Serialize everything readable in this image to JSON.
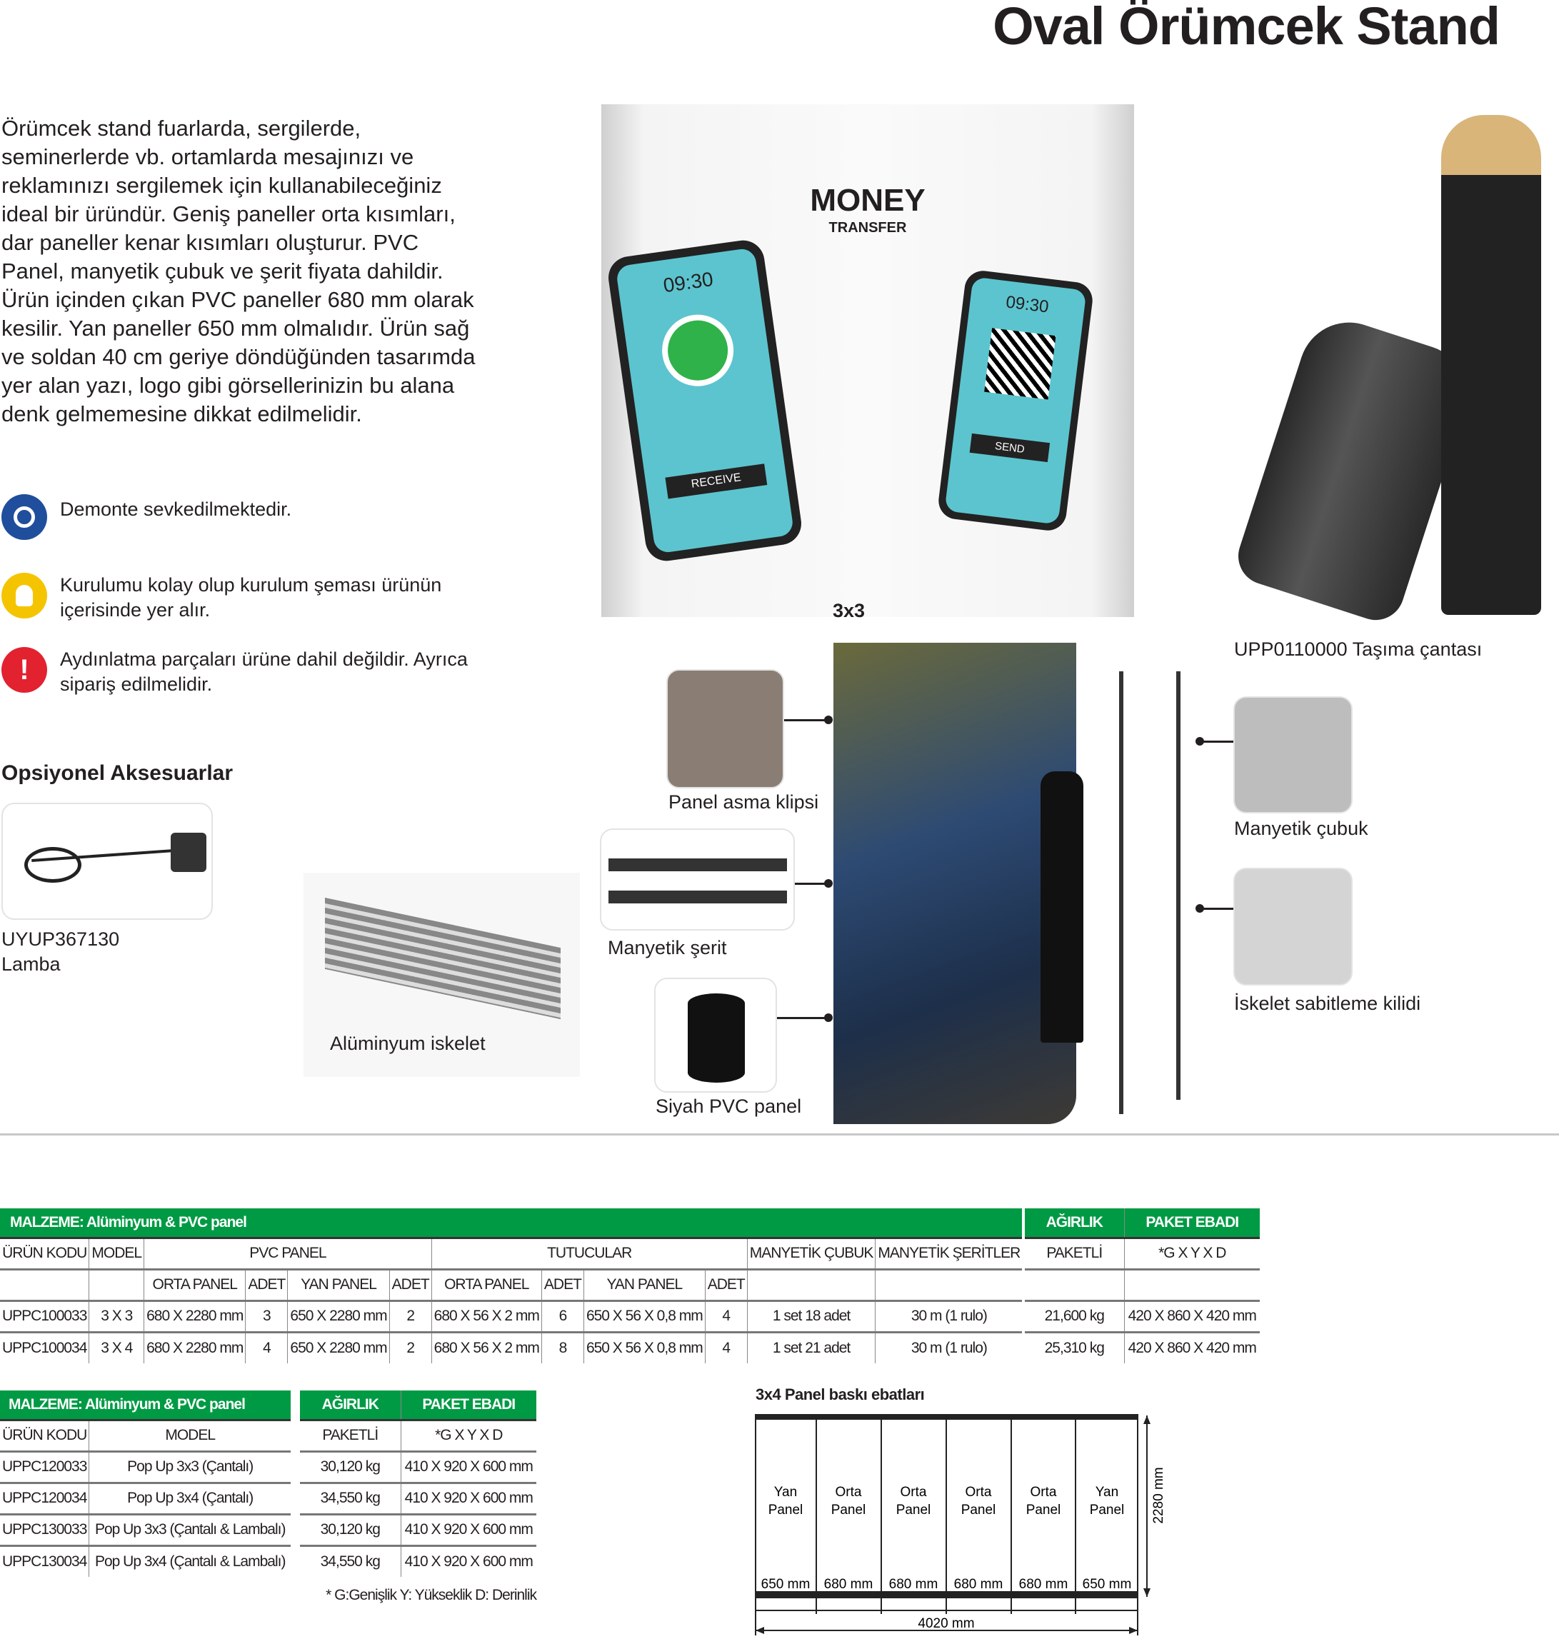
{
  "title": "Oval Örümcek Stand",
  "intro": "Örümcek stand fuarlarda, sergilerde, seminerlerde vb. ortamlarda mesajınızı ve reklamınızı sergilemek için kullanabileceğiniz ideal bir üründür. Geniş paneller orta kısımları, dar paneller kenar kısımları oluşturur. PVC Panel, manyetik çubuk ve şerit fiyata dahildir. Ürün içinden çıkan PVC paneller 680 mm olarak kesilir. Yan paneller 650 mm olmalıdır. Ürün sağ ve soldan 40 cm geriye döndüğünden tasarımda yer alan yazı, logo gibi görsellerinizin bu alana denk gelmemesine dikkat edilmelidir.",
  "features": [
    {
      "icon": "magnifier-icon",
      "text": "Demonte sevkedilmektedir.",
      "color": "#1f4e9c"
    },
    {
      "icon": "lightbulb-icon",
      "text": "Kurulumu kolay olup kurulum şeması ürünün içerisinde yer alır.",
      "color": "#f5c400"
    },
    {
      "icon": "exclamation-icon",
      "text": "Aydınlatma parçaları ürüne dahil değildir. Ayrıca sipariş edilmelidir.",
      "color": "#e2222f"
    }
  ],
  "accessories": {
    "heading": "Opsiyonel Aksesuarlar",
    "lamp_code": "UYUP367130",
    "lamp_name": "Lamba",
    "skeleton": "Alüminyum iskelet"
  },
  "stand_image": {
    "caption": "3x3",
    "money": "MONEY",
    "transfer": "TRANSFER",
    "time": "09:30",
    "receive": "RECEIVE",
    "send": "SEND"
  },
  "bag_caption": "UPP0110000 Taşıma çantası",
  "parts": {
    "clip": "Panel asma klipsi",
    "strip": "Manyetik şerit",
    "pvc": "Siyah PVC panel",
    "bar": "Manyetik çubuk",
    "lock": "İskelet sabitleme kilidi"
  },
  "table1": {
    "title": "MALZEME: Alüminyum & PVC panel",
    "weight": "AĞIRLIK",
    "package": "PAKET EBADI",
    "headers": [
      "ÜRÜN KODU",
      "MODEL",
      "PVC PANEL",
      "TUTUCULAR",
      "MANYETİK ÇUBUK",
      "MANYETİK ŞERİTLER",
      "PAKETLİ",
      "*G X Y X D"
    ],
    "sub": [
      "ORTA PANEL",
      "ADET",
      "YAN PANEL",
      "ADET",
      "ORTA PANEL",
      "ADET",
      "YAN PANEL",
      "ADET"
    ],
    "rows": [
      [
        "UPPC100033",
        "3 X 3",
        "680 X 2280 mm",
        "3",
        "650 X 2280 mm",
        "2",
        "680 X 56 X 2 mm",
        "6",
        "650 X 56 X 0,8 mm",
        "4",
        "1 set 18 adet",
        "30 m (1 rulo)",
        "21,600 kg",
        "420 X 860 X 420 mm"
      ],
      [
        "UPPC100034",
        "3 X 4",
        "680 X 2280 mm",
        "4",
        "650 X 2280 mm",
        "2",
        "680 X 56 X 2 mm",
        "8",
        "650 X 56 X 0,8 mm",
        "4",
        "1 set 21 adet",
        "30 m (1 rulo)",
        "25,310 kg",
        "420 X 860 X 420 mm"
      ]
    ]
  },
  "table2": {
    "title": "MALZEME: Alüminyum & PVC panel",
    "weight": "AĞIRLIK",
    "package": "PAKET EBADI",
    "headers": [
      "ÜRÜN KODU",
      "MODEL",
      "PAKETLİ",
      "*G X Y X D"
    ],
    "rows": [
      [
        "UPPC120033",
        "Pop Up 3x3 (Çantalı)",
        "30,120 kg",
        "410 X 920 X 600 mm"
      ],
      [
        "UPPC120034",
        "Pop Up 3x4 (Çantalı)",
        "34,550 kg",
        "410 X 920 X 600 mm"
      ],
      [
        "UPPC130033",
        "Pop Up 3x3 (Çantalı & Lambalı)",
        "30,120 kg",
        "410 X 920 X 600 mm"
      ],
      [
        "UPPC130034",
        "Pop Up 3x4 (Çantalı & Lambalı)",
        "34,550 kg",
        "410 X 920 X 600 mm"
      ]
    ],
    "footnote": "* G:Genişlik  Y: Yükseklik  D: Derinlik"
  },
  "diagram": {
    "title": "3x4 Panel baskı ebatları",
    "panels": [
      {
        "a": "Yan",
        "b": "Panel",
        "w": "650 mm"
      },
      {
        "a": "Orta",
        "b": "Panel",
        "w": "680 mm"
      },
      {
        "a": "Orta",
        "b": "Panel",
        "w": "680 mm"
      },
      {
        "a": "Orta",
        "b": "Panel",
        "w": "680 mm"
      },
      {
        "a": "Orta",
        "b": "Panel",
        "w": "680 mm"
      },
      {
        "a": "Yan",
        "b": "Panel",
        "w": "650 mm"
      }
    ],
    "total": "4020 mm",
    "height": "2280 mm"
  }
}
